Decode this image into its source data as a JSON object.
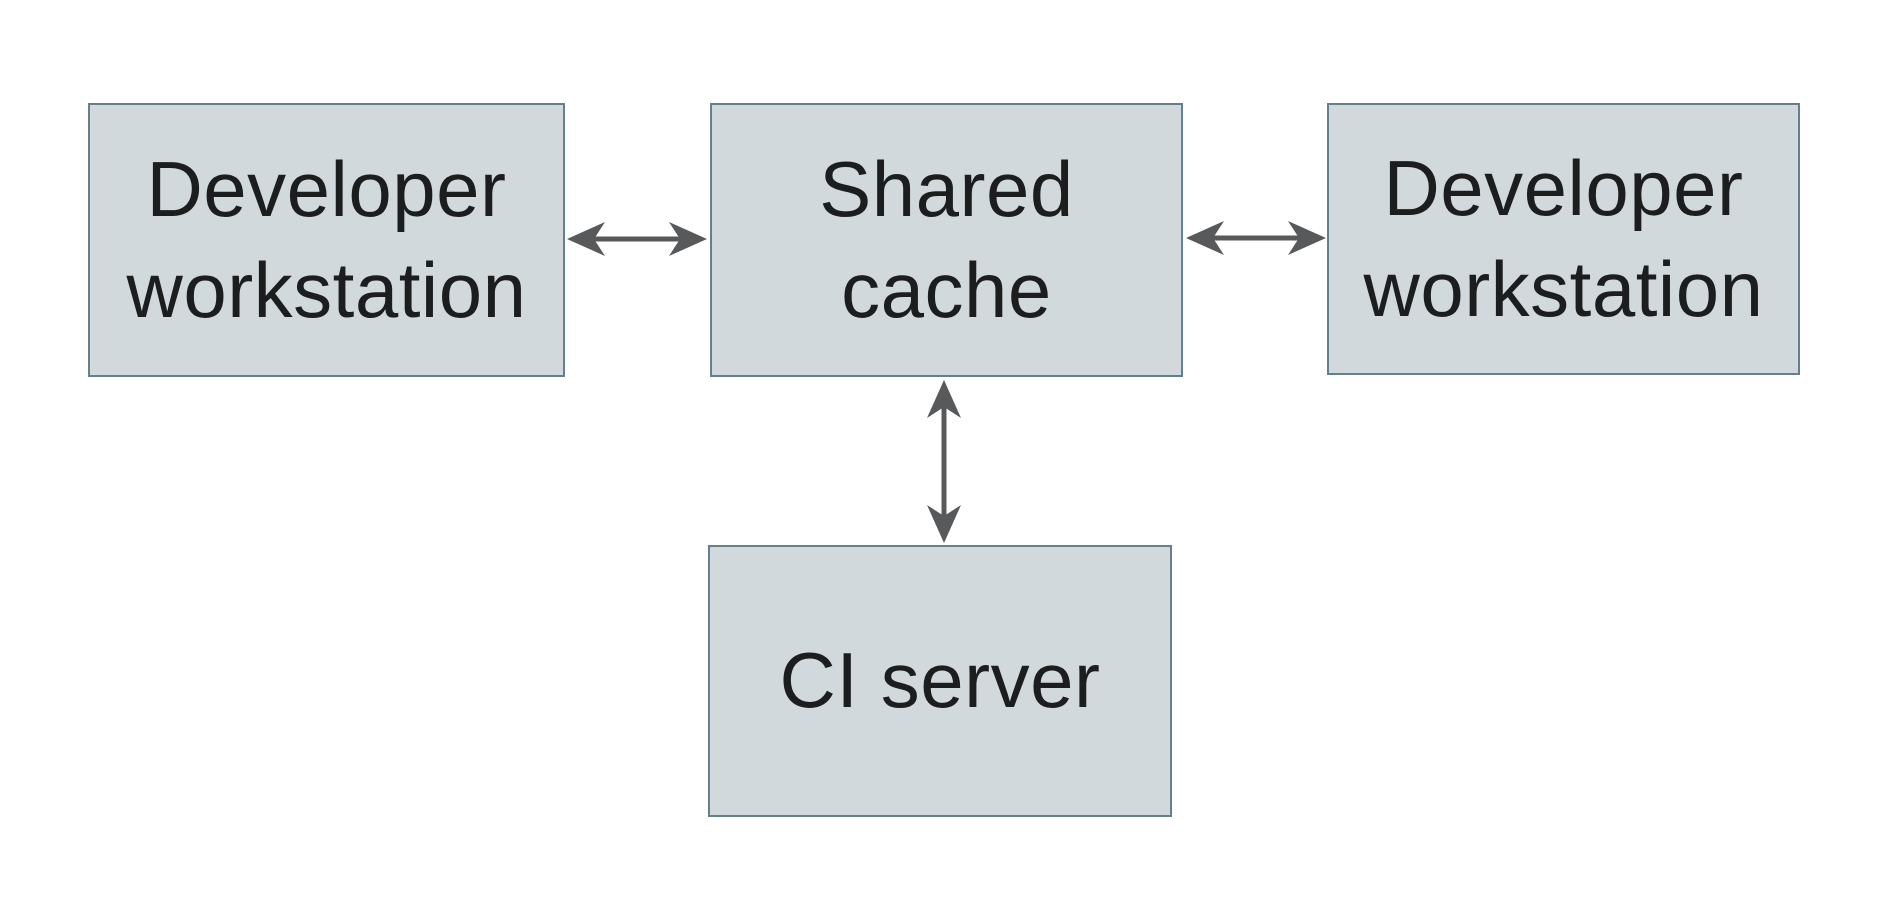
{
  "colors": {
    "background": "#ffffff",
    "node_fill": "#d2d9dc",
    "node_border": "#64808f",
    "arrow": "#58595b",
    "text": "#1b1d1f"
  },
  "nodes": [
    {
      "id": "developer-workstation-left",
      "label": "Developer\nworkstation"
    },
    {
      "id": "shared-cache",
      "label": "Shared\ncache"
    },
    {
      "id": "developer-workstation-right",
      "label": "Developer\nworkstation"
    },
    {
      "id": "ci-server",
      "label": "CI server"
    }
  ],
  "edges": [
    {
      "from": "developer-workstation-left",
      "to": "shared-cache",
      "direction": "bidirectional"
    },
    {
      "from": "developer-workstation-right",
      "to": "shared-cache",
      "direction": "bidirectional"
    },
    {
      "from": "ci-server",
      "to": "shared-cache",
      "direction": "bidirectional"
    }
  ]
}
